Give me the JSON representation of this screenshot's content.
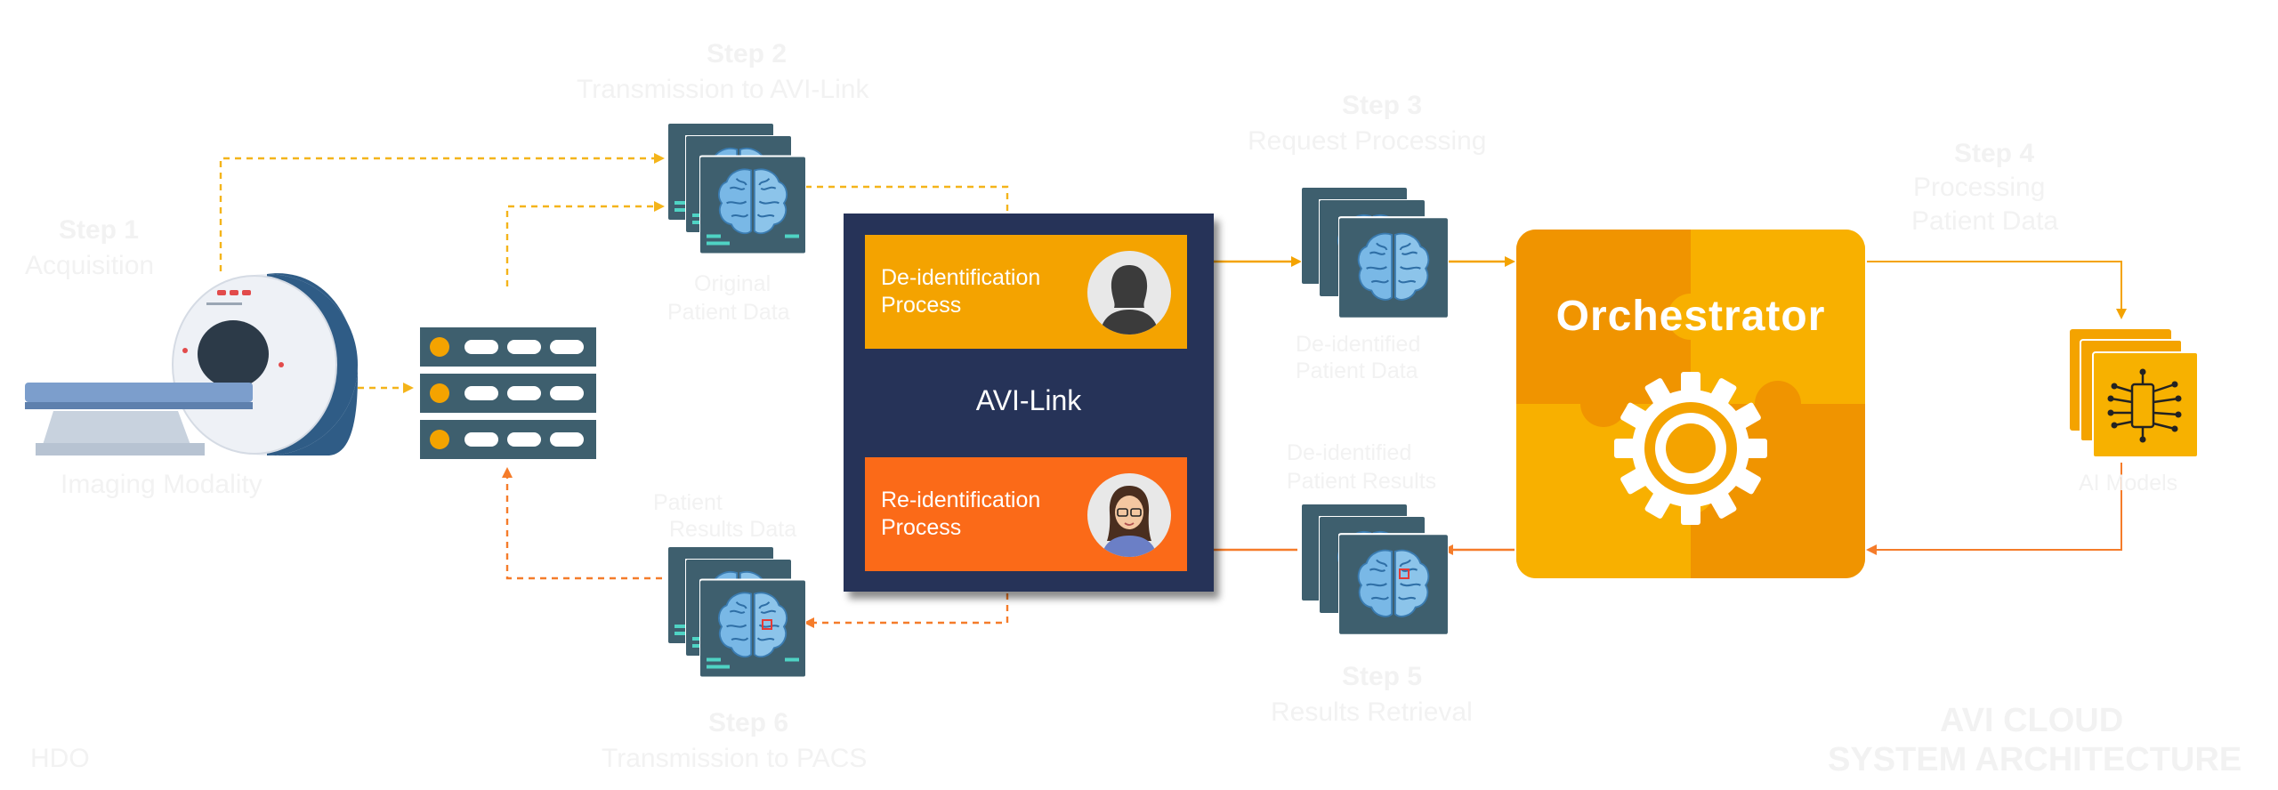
{
  "diagram": {
    "title_line1": "AVI CLOUD",
    "title_line2": "SYSTEM ARCHITECTURE",
    "location": "HDO",
    "imaging_modality": "Imaging Modality",
    "step1": {
      "title": "Step 1",
      "desc": "Acquisition"
    },
    "step2": {
      "title": "Step 2",
      "desc": "Transmission to AVI-Link"
    },
    "step3": {
      "title": "Step 3",
      "desc": "Request Processing"
    },
    "step4": {
      "title": "Step 4",
      "desc_line1": "Processing",
      "desc_line2": "Patient Data"
    },
    "step5": {
      "title": "Step 5",
      "desc": "Results Retrieval"
    },
    "step6": {
      "title": "Step 6",
      "desc": "Transmission to PACS"
    },
    "original_data_line1": "Original",
    "original_data_line2": "Patient Data",
    "deid_data_line1": "De-identified",
    "deid_data_line2": "Patient Data",
    "deid_results_line1": "De-identified",
    "deid_results_line2": "Patient Results",
    "patient_results_line1": "Patient",
    "patient_results_line2": "Results Data",
    "ai_models": "AI Models"
  },
  "avi_link": {
    "title": "AVI-Link",
    "deid_line1": "De-identification",
    "deid_line2": "Process",
    "reid_line1": "Re-identification",
    "reid_line2": "Process"
  },
  "orchestrator": {
    "title": "Orchestrator"
  },
  "colors": {
    "dashed_arrow": "#f4b41a",
    "orange_arrow": "#f57c2a",
    "navy": "#263358",
    "deid_orange": "#f4a300",
    "reid_orange": "#fb6a18",
    "slate": "#3e5f6e",
    "brain_blue": "#79b8e6",
    "label_text": "#f2f2f2"
  }
}
